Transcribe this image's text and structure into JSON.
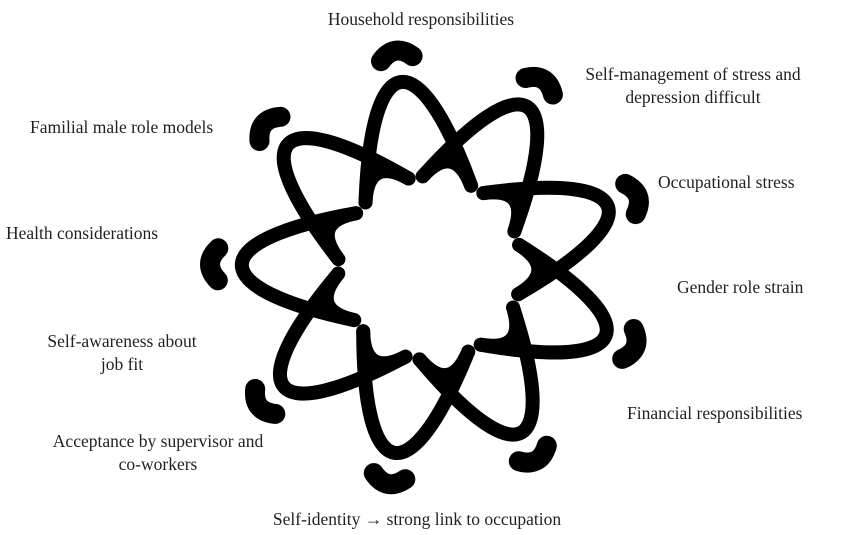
{
  "diagram": {
    "labels": {
      "household": "Household responsibilities",
      "self_management": [
        "Self-management of stress and",
        "depression difficult"
      ],
      "occupational": "Occupational stress",
      "gender_role": "Gender role strain",
      "financial": "Financial responsibilities",
      "self_identity": "Self-identity → strong link to occupation",
      "acceptance": [
        "Acceptance by supervisor and",
        "co-workers"
      ],
      "self_awareness": [
        "Self-awareness about",
        "job fit"
      ],
      "health": "Health considerations",
      "familial": "Familial male role models"
    },
    "knot": {
      "loops": 9,
      "stroke_color": "#000000"
    }
  }
}
